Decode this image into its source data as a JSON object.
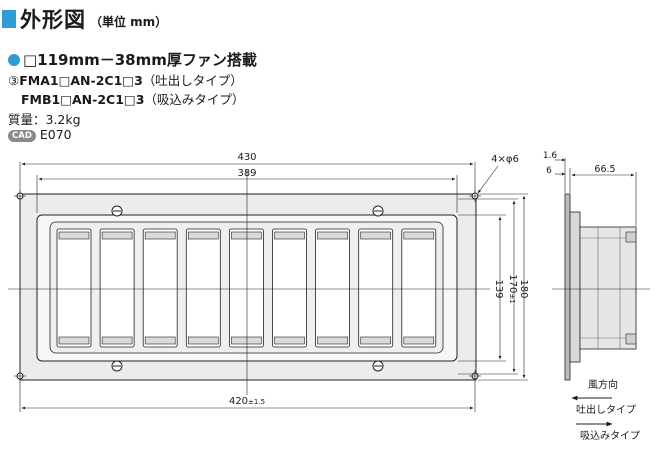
{
  "header": {
    "title": "外形図",
    "unit": "（単位 mm）",
    "accent": "#2f9bd7"
  },
  "subtitle": "□119mm－38mm厚ファン搭載",
  "models": {
    "m1_num": "③",
    "m1_code": "FMA1□AN-2C1□3",
    "m1_type": "（吐出しタイプ）",
    "m2_code": "FMB1□AN-2C1□3",
    "m2_type": "（吸込みタイプ）"
  },
  "mass": "質量：3.2kg",
  "cad": {
    "badge": "CAD",
    "code": "E070"
  },
  "dims": {
    "d430": "430",
    "d389": "389",
    "d420": "420",
    "tol15": "±1.5",
    "d139": "139",
    "d170": "170",
    "tol1": "±1",
    "d180": "180",
    "holes": "4×φ6",
    "d16": "1.6",
    "d6": "6",
    "d665": "66.5"
  },
  "airflow": {
    "label": "風方向",
    "exhaust": "吐出しタイプ",
    "intake": "吸込みタイプ"
  },
  "louver_count": 9
}
